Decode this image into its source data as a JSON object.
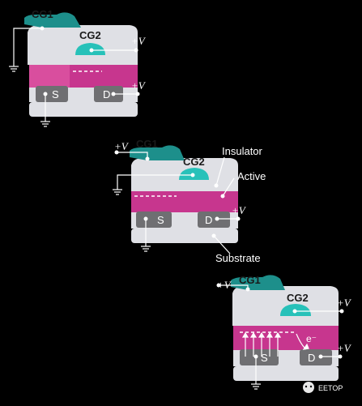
{
  "colors": {
    "background": "#000000",
    "insulator": "#dfe0e5",
    "active": "#c7368e",
    "gate1": "#1d8f8b",
    "gate2": "#27c1b9",
    "contact": "#6f6f72",
    "wire": "#ffffff"
  },
  "diagram1": {
    "cg1": "CG1",
    "cg2": "CG2",
    "cg2_voltage": "+V",
    "drain_voltage": "+V",
    "source": "S",
    "drain": "D"
  },
  "diagram2": {
    "cg1": "CG1",
    "cg1_voltage": "+V",
    "cg2": "CG2",
    "drain_voltage": "+V",
    "source": "S",
    "drain": "D",
    "label_insulator": "Insulator",
    "label_active": "Active",
    "label_substrate": "Substrate"
  },
  "diagram3": {
    "cg1": "CG1",
    "cg1_voltage": "+V",
    "cg2": "CG2",
    "cg2_voltage": "+V",
    "drain_voltage": "+V",
    "source": "S",
    "drain": "D",
    "electron": "e⁻"
  },
  "watermark": {
    "text": "EETOP",
    "icon": "wechat-icon"
  }
}
